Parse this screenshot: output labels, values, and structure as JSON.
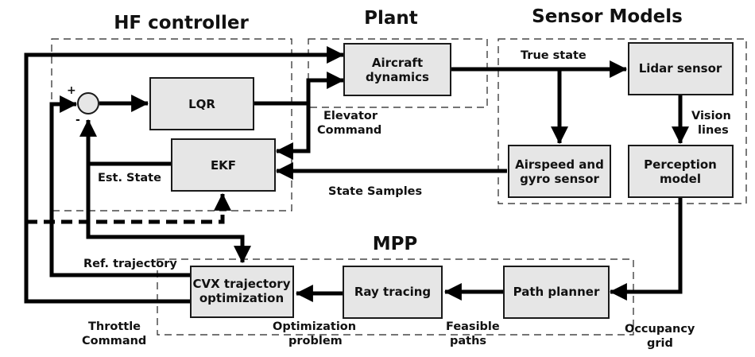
{
  "groups": {
    "hf_controller": "HF controller",
    "plant": "Plant",
    "sensor_models": "Sensor Models",
    "mpp": "MPP"
  },
  "blocks": {
    "lqr": [
      "LQR"
    ],
    "ekf": [
      "EKF"
    ],
    "aircraft": [
      "Aircraft",
      "dynamics"
    ],
    "lidar": [
      "Lidar sensor"
    ],
    "airspeed": [
      "Airspeed and",
      "gyro sensor"
    ],
    "perception": [
      "Perception",
      "model"
    ],
    "path_planner": [
      "Path planner"
    ],
    "ray_tracing": [
      "Ray tracing"
    ],
    "cvx": [
      "CVX trajectory",
      "optimization"
    ]
  },
  "summing_junction": {
    "plus": "+",
    "minus": "-"
  },
  "labels": {
    "true_state": "True state",
    "vision_lines": [
      "Vision",
      "lines"
    ],
    "elevator_command": [
      "Elevator",
      "Command"
    ],
    "state_samples": "State Samples",
    "est_state": "Est. State",
    "ref_trajectory": "Ref. trajectory",
    "throttle_command": [
      "Throttle",
      "Command"
    ],
    "optimization_problem": [
      "Optimization",
      "problem"
    ],
    "feasible_paths": [
      "Feasible",
      "paths"
    ],
    "occupancy_grid": [
      "Occupancy",
      "grid"
    ]
  }
}
